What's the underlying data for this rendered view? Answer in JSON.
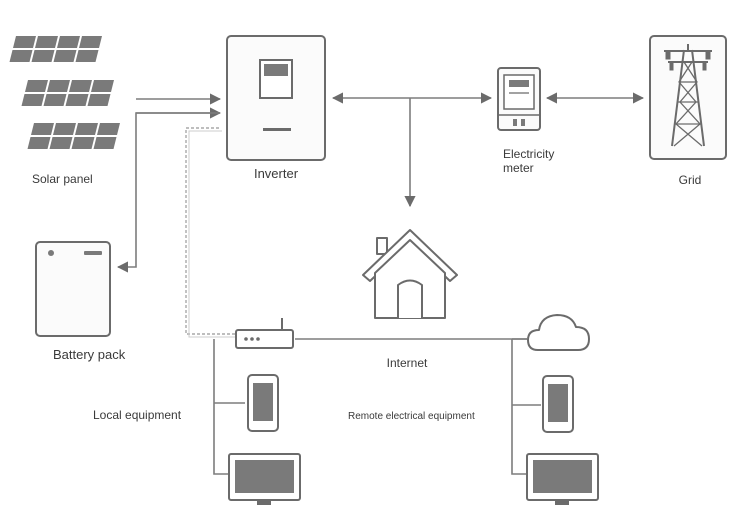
{
  "labels": {
    "solar_panel": "Solar panel",
    "inverter": "Inverter",
    "electricity_meter": "Electricity\nmeter",
    "grid": "Grid",
    "battery_pack": "Battery pack",
    "internet": "Internet",
    "local_equipment": "Local equipment",
    "remote_equipment": "Remote electrical equipment"
  },
  "colors": {
    "stroke": "#6b6b6b",
    "line": "#7d7d7d",
    "fill_dark": "#7a7a7a",
    "fill_light": "#f7f7f7",
    "dashed": "#a8a8a8",
    "text": "#3a3a3a"
  },
  "icons": [
    "solar-panel-icon",
    "inverter-icon",
    "electricity-meter-icon",
    "grid-tower-icon",
    "battery-icon",
    "house-icon",
    "router-icon",
    "cloud-icon",
    "phone-icon",
    "monitor-icon"
  ]
}
